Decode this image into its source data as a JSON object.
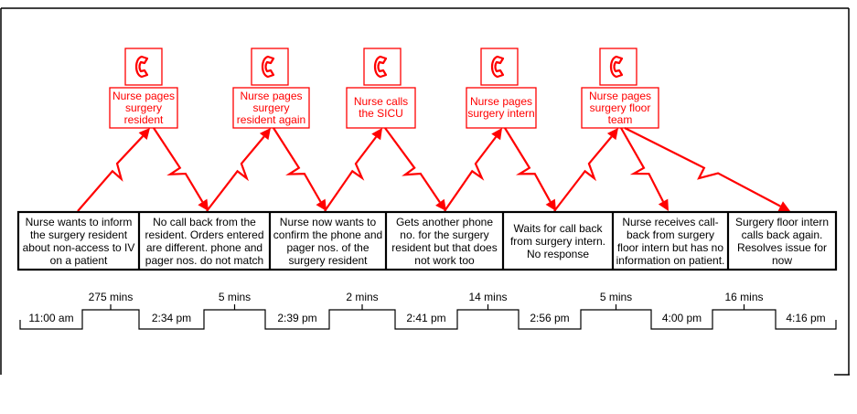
{
  "colors": {
    "accent": "#ff0000",
    "ink": "#000000"
  },
  "phone_icon": "phone-handset-icon",
  "pages": [
    {
      "label": "Nurse pages\nsurgery\nresident"
    },
    {
      "label": "Nurse pages\nsurgery\nresident again"
    },
    {
      "label": "Nurse calls\nthe SICU"
    },
    {
      "label": "Nurse pages\nsurgery intern"
    },
    {
      "label": "Nurse pages\nsurgery floor\nteam"
    }
  ],
  "steps": [
    {
      "text": "Nurse wants to inform\nthe surgery resident\nabout non-access to IV\non a patient"
    },
    {
      "text": "No call back from the\nresident. Orders entered\nare different. phone and\npager nos. do not match"
    },
    {
      "text": "Nurse now wants to\nconfirm the phone and\npager nos. of the\nsurgery resident"
    },
    {
      "text": "Gets another phone\nno. for the surgery\nresident but that does\nnot work too"
    },
    {
      "text": "Waits for call back\nfrom surgery intern.\nNo response"
    },
    {
      "text": "Nurse receives call-\nback from surgery\nfloor intern but has no\ninformation on patient."
    },
    {
      "text": "Surgery floor intern\ncalls back again.\nResolves issue for\nnow"
    }
  ],
  "timeline": {
    "times": [
      "11:00 am",
      "2:34 pm",
      "2:39 pm",
      "2:41 pm",
      "2:56 pm",
      "4:00 pm",
      "4:16 pm"
    ],
    "durations": [
      "275 mins",
      "5 mins",
      "2 mins",
      "14 mins",
      "5 mins",
      "16 mins"
    ]
  }
}
